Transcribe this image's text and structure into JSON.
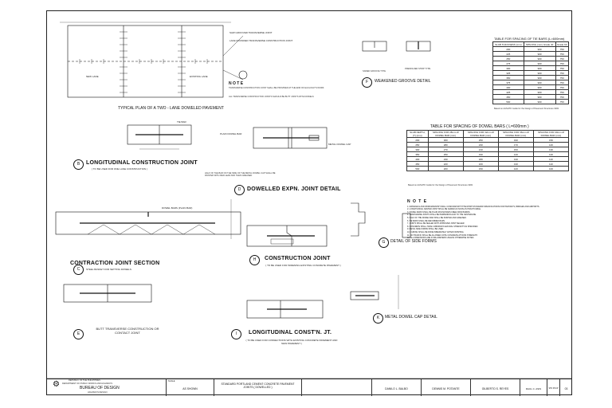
{
  "plan": {
    "title": "TYPICAL PLAN OF A TWO - LANE DOWELED PAVEMENT",
    "label_new_lane": "NEW LANE",
    "label_existing_lane": "EXISTING LANE",
    "note_head": "N O T E",
    "notes": [
      "TRANSVERSE CONSTRUCTION JOINT SHALL BE PROVIDED AT THE END OF EACH DAY'S WORK",
      "ALL TRANSVERSE CONSTRUCTION JOINTS SHOULD BE BUTT JOINTS WITH DOWELS"
    ],
    "callouts": [
      "SAW GROOVED TRANSVERSE JOINT",
      "LAKE ROUNDED TRANSVERSE CONSTRUCTION JOINT"
    ]
  },
  "groove": {
    "title": "WEAKENED GROOVE DETAIL",
    "sawed": "SAWED GROOVE TYPE",
    "premolded": "PREMOLDED STRIP TYPE",
    "badge": "F"
  },
  "tie_table": {
    "title": "TABLE FOR SPACING OF TIE BARS (L=600mm)",
    "headers": [
      "SLAB THICKNESS (mm)",
      "SPACING (mm) Grade 40",
      "Grade 60"
    ],
    "rows": [
      [
        "200",
        "900",
        "750"
      ],
      [
        "225",
        "900",
        "750"
      ],
      [
        "250",
        "900",
        "750"
      ],
      [
        "275",
        "900",
        "750"
      ],
      [
        "300",
        "900",
        "750"
      ],
      [
        "325",
        "900",
        "750"
      ],
      [
        "350",
        "900",
        "750"
      ],
      [
        "375",
        "900",
        "750"
      ],
      [
        "400",
        "900",
        "750"
      ],
      [
        "425",
        "900",
        "750"
      ],
      [
        "450",
        "900",
        "750"
      ],
      [
        "500",
        "900",
        "750"
      ]
    ],
    "source": "Based on AASHTO Guide for the Design of Pavement Structures 1993"
  },
  "dowel_table": {
    "title": "TABLE FOR SPACING OF DOWEL BARS ( L=600mm )",
    "headers": [
      "SLAB DEPTH, (T) (mm)",
      "SPACING FOR 28mm Ø DOWEL BAR (mm)",
      "SPACING FOR 32mm Ø DOWEL BAR (mm)",
      "SPACING FOR 36mm Ø DOWEL BAR (mm)",
      "SPACING FOR 40mm Ø DOWEL BAR (mm)"
    ],
    "rows": [
      [
        "200",
        "300",
        "250",
        "190",
        "150"
      ],
      [
        "250",
        "280",
        "230",
        "170",
        "140"
      ],
      [
        "300",
        "270",
        "210",
        "150",
        "130"
      ],
      [
        "350",
        "250",
        "190",
        "140",
        "120"
      ],
      [
        "400",
        "230",
        "180",
        "130",
        "110"
      ],
      [
        "450",
        "220",
        "160",
        "130",
        "110"
      ],
      [
        "500",
        "200",
        "150",
        "120",
        "100"
      ]
    ],
    "source": "Based on AASHTO Guide for the Design of Pavement Structures 1993"
  },
  "sections": {
    "b_title": "LONGITUDINAL CONSTRUCTION JOINT",
    "b_sub": "( TO BE USED FOR ONE LANE CONSTRUCTION )",
    "b_badge": "B",
    "d_title": "DOWELLED EXPN. JOINT DETAIL",
    "d_badge": "D",
    "d_note": "HALF OF THE BAR ON THE SIDE OF THE METAL DOWEL CAP SHALL BE PAINTED WITH RED LEAD AND THEN GREASED",
    "d_plain": "PLAIN DOWEL BAR",
    "d_cap": "METAL DOWEL CAP",
    "c_title": "CONTRACTION JOINT SECTION",
    "c_sub": "STEEL BASKET FOR SETTING DOWELS",
    "c_badge": "C",
    "e_title": "BUTT TRANSVERSE CONSTRUCTION OR CONTACT JOINT",
    "e_badge": "E",
    "h_title": "CONSTRUCTION JOINT",
    "h_sub": "( TO BE USED FOR WIDENING EXISTING CONCRETE PAVEMENT )",
    "h_badge": "H",
    "i_title": "LONGITUDINAL CONST'N. JT.",
    "i_sub": "( TO BE USED FOR CONNECTIONS WITH EXISTING CONCRETE PAVEMENT AND NEW PAVEMENT )",
    "i_badge": "I",
    "g_title": "DETAIL OF SIDE FORMS",
    "g_badge": "G",
    "k_title": "METAL DOWEL CAP DETAIL",
    "k_badge": "K",
    "tie_bar": "TIE BAR",
    "dowel": "DOWEL BARS (PLAIN BAR)"
  },
  "general_notes": {
    "head": "N O T E",
    "items": [
      "1. MATERIALS AND WORKMANSHIP SHALL CONFORM WITH THE DPWH STANDARD SPECIFICATIONS FOR HIGHWAYS, BRIDGES AND AIRPORTS.",
      "2. LONGITUDINAL CENTER JOINT SHALL BE SAWED AS SOON AS PRACTICABLE.",
      "3. DOWEL BARS SHALL BE PLAIN ROUND BARS FREE FROM BURRS.",
      "4. TRANSVERSE JOINTS SHALL BE PERPENDICULAR TO THE CENTERLINE.",
      "5. HALF OF THE DOWEL BAR SHALL BE PAINTED AND GREASED.",
      "6. TIE BARS SHALL BE DEFORMED BARS.",
      "7. JOINTS SHALL BE SEALED WITH APPROVED JOINT SEALER.",
      "8. CONCRETE SHALL HAVE A MINIMUM FLEXURAL STRENGTH AS SPECIFIED.",
      "9. METAL SIDE FORMS SHALL BE USED.",
      "10. CURING SHALL BE DONE IMMEDIATELY AFTER FINISHING.",
      "11. NO TRAFFIC SHALL BE ALLOWED UNTIL CONCRETE ATTAINS STRENGTH.",
      "12. ALL DIMENSIONS ARE IN MILLIMETERS UNLESS OTHERWISE NOTED."
    ]
  },
  "title_block": {
    "agency": "REPUBLIC OF THE PHILIPPINES",
    "dept": "DEPARTMENT OF PUBLIC WORKS AND HIGHWAYS",
    "bureau": "BUREAU OF DESIGN",
    "division": "HIGHWAYS DESIGN",
    "scale_label": "SCALE",
    "scale": "AS SHOWN",
    "sheet_title": "STANDARD PORTLAND CEMENT CONCRETE PAVEMENT JOINTS ( DOWELLED )",
    "designed": "DANILO L. BALBO",
    "checked": "DENNIS M. POTANTE",
    "recommended": "GILBERTO S. REYES",
    "approved": "RAUL C. ASIS",
    "set_no": "STD PCCP",
    "sheet_no": "03"
  }
}
